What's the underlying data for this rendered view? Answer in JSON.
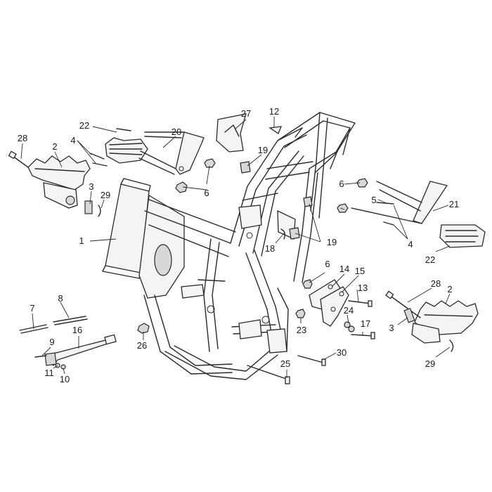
{
  "labels": [
    {
      "id": "1",
      "text": "1"
    },
    {
      "id": "2a",
      "text": "2"
    },
    {
      "id": "2b",
      "text": "2"
    },
    {
      "id": "3a",
      "text": "3"
    },
    {
      "id": "3b",
      "text": "3"
    },
    {
      "id": "4a",
      "text": "4"
    },
    {
      "id": "4b",
      "text": "4"
    },
    {
      "id": "5",
      "text": "5"
    },
    {
      "id": "6a",
      "text": "6"
    },
    {
      "id": "6b",
      "text": "6"
    },
    {
      "id": "6c",
      "text": "6"
    },
    {
      "id": "7",
      "text": "7"
    },
    {
      "id": "8",
      "text": "8"
    },
    {
      "id": "9",
      "text": "9"
    },
    {
      "id": "10",
      "text": "10"
    },
    {
      "id": "11",
      "text": "11"
    },
    {
      "id": "12",
      "text": "12"
    },
    {
      "id": "13",
      "text": "13"
    },
    {
      "id": "14",
      "text": "14"
    },
    {
      "id": "15",
      "text": "15"
    },
    {
      "id": "16",
      "text": "16"
    },
    {
      "id": "17",
      "text": "17"
    },
    {
      "id": "18",
      "text": "18"
    },
    {
      "id": "19a",
      "text": "19"
    },
    {
      "id": "19b",
      "text": "19"
    },
    {
      "id": "20",
      "text": "20"
    },
    {
      "id": "21",
      "text": "21"
    },
    {
      "id": "22a",
      "text": "22"
    },
    {
      "id": "22b",
      "text": "22"
    },
    {
      "id": "23",
      "text": "23"
    },
    {
      "id": "24",
      "text": "24"
    },
    {
      "id": "25",
      "text": "25"
    },
    {
      "id": "26",
      "text": "26"
    },
    {
      "id": "27",
      "text": "27"
    },
    {
      "id": "28a",
      "text": "28"
    },
    {
      "id": "28b",
      "text": "28"
    },
    {
      "id": "29a",
      "text": "29"
    },
    {
      "id": "29b",
      "text": "29"
    },
    {
      "id": "30",
      "text": "30"
    }
  ]
}
